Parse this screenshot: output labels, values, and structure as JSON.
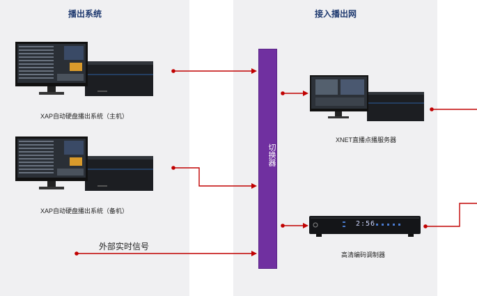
{
  "titles": {
    "playout": "播出系统",
    "access": "接入播出网"
  },
  "switcher": {
    "label": "切换器"
  },
  "devices": {
    "xap_main": {
      "caption": "XAP自动硬盘播出系统（主机）",
      "icon": "workstation-server-icon"
    },
    "xap_backup": {
      "caption": "XAP自动硬盘播出系统（备机）",
      "icon": "workstation-server-icon"
    },
    "xnet": {
      "caption": "XNET直播点播服务器",
      "icon": "workstation-server-icon"
    },
    "encoder": {
      "caption": "高清编码调制器",
      "display": "2:56",
      "icon": "encoder-box-icon"
    }
  },
  "external": {
    "label": "外部实时信号"
  },
  "colors": {
    "title": "#1f3a70",
    "switcher": "#7030a0",
    "wire": "#c00000",
    "band": "#f0f0f2"
  }
}
